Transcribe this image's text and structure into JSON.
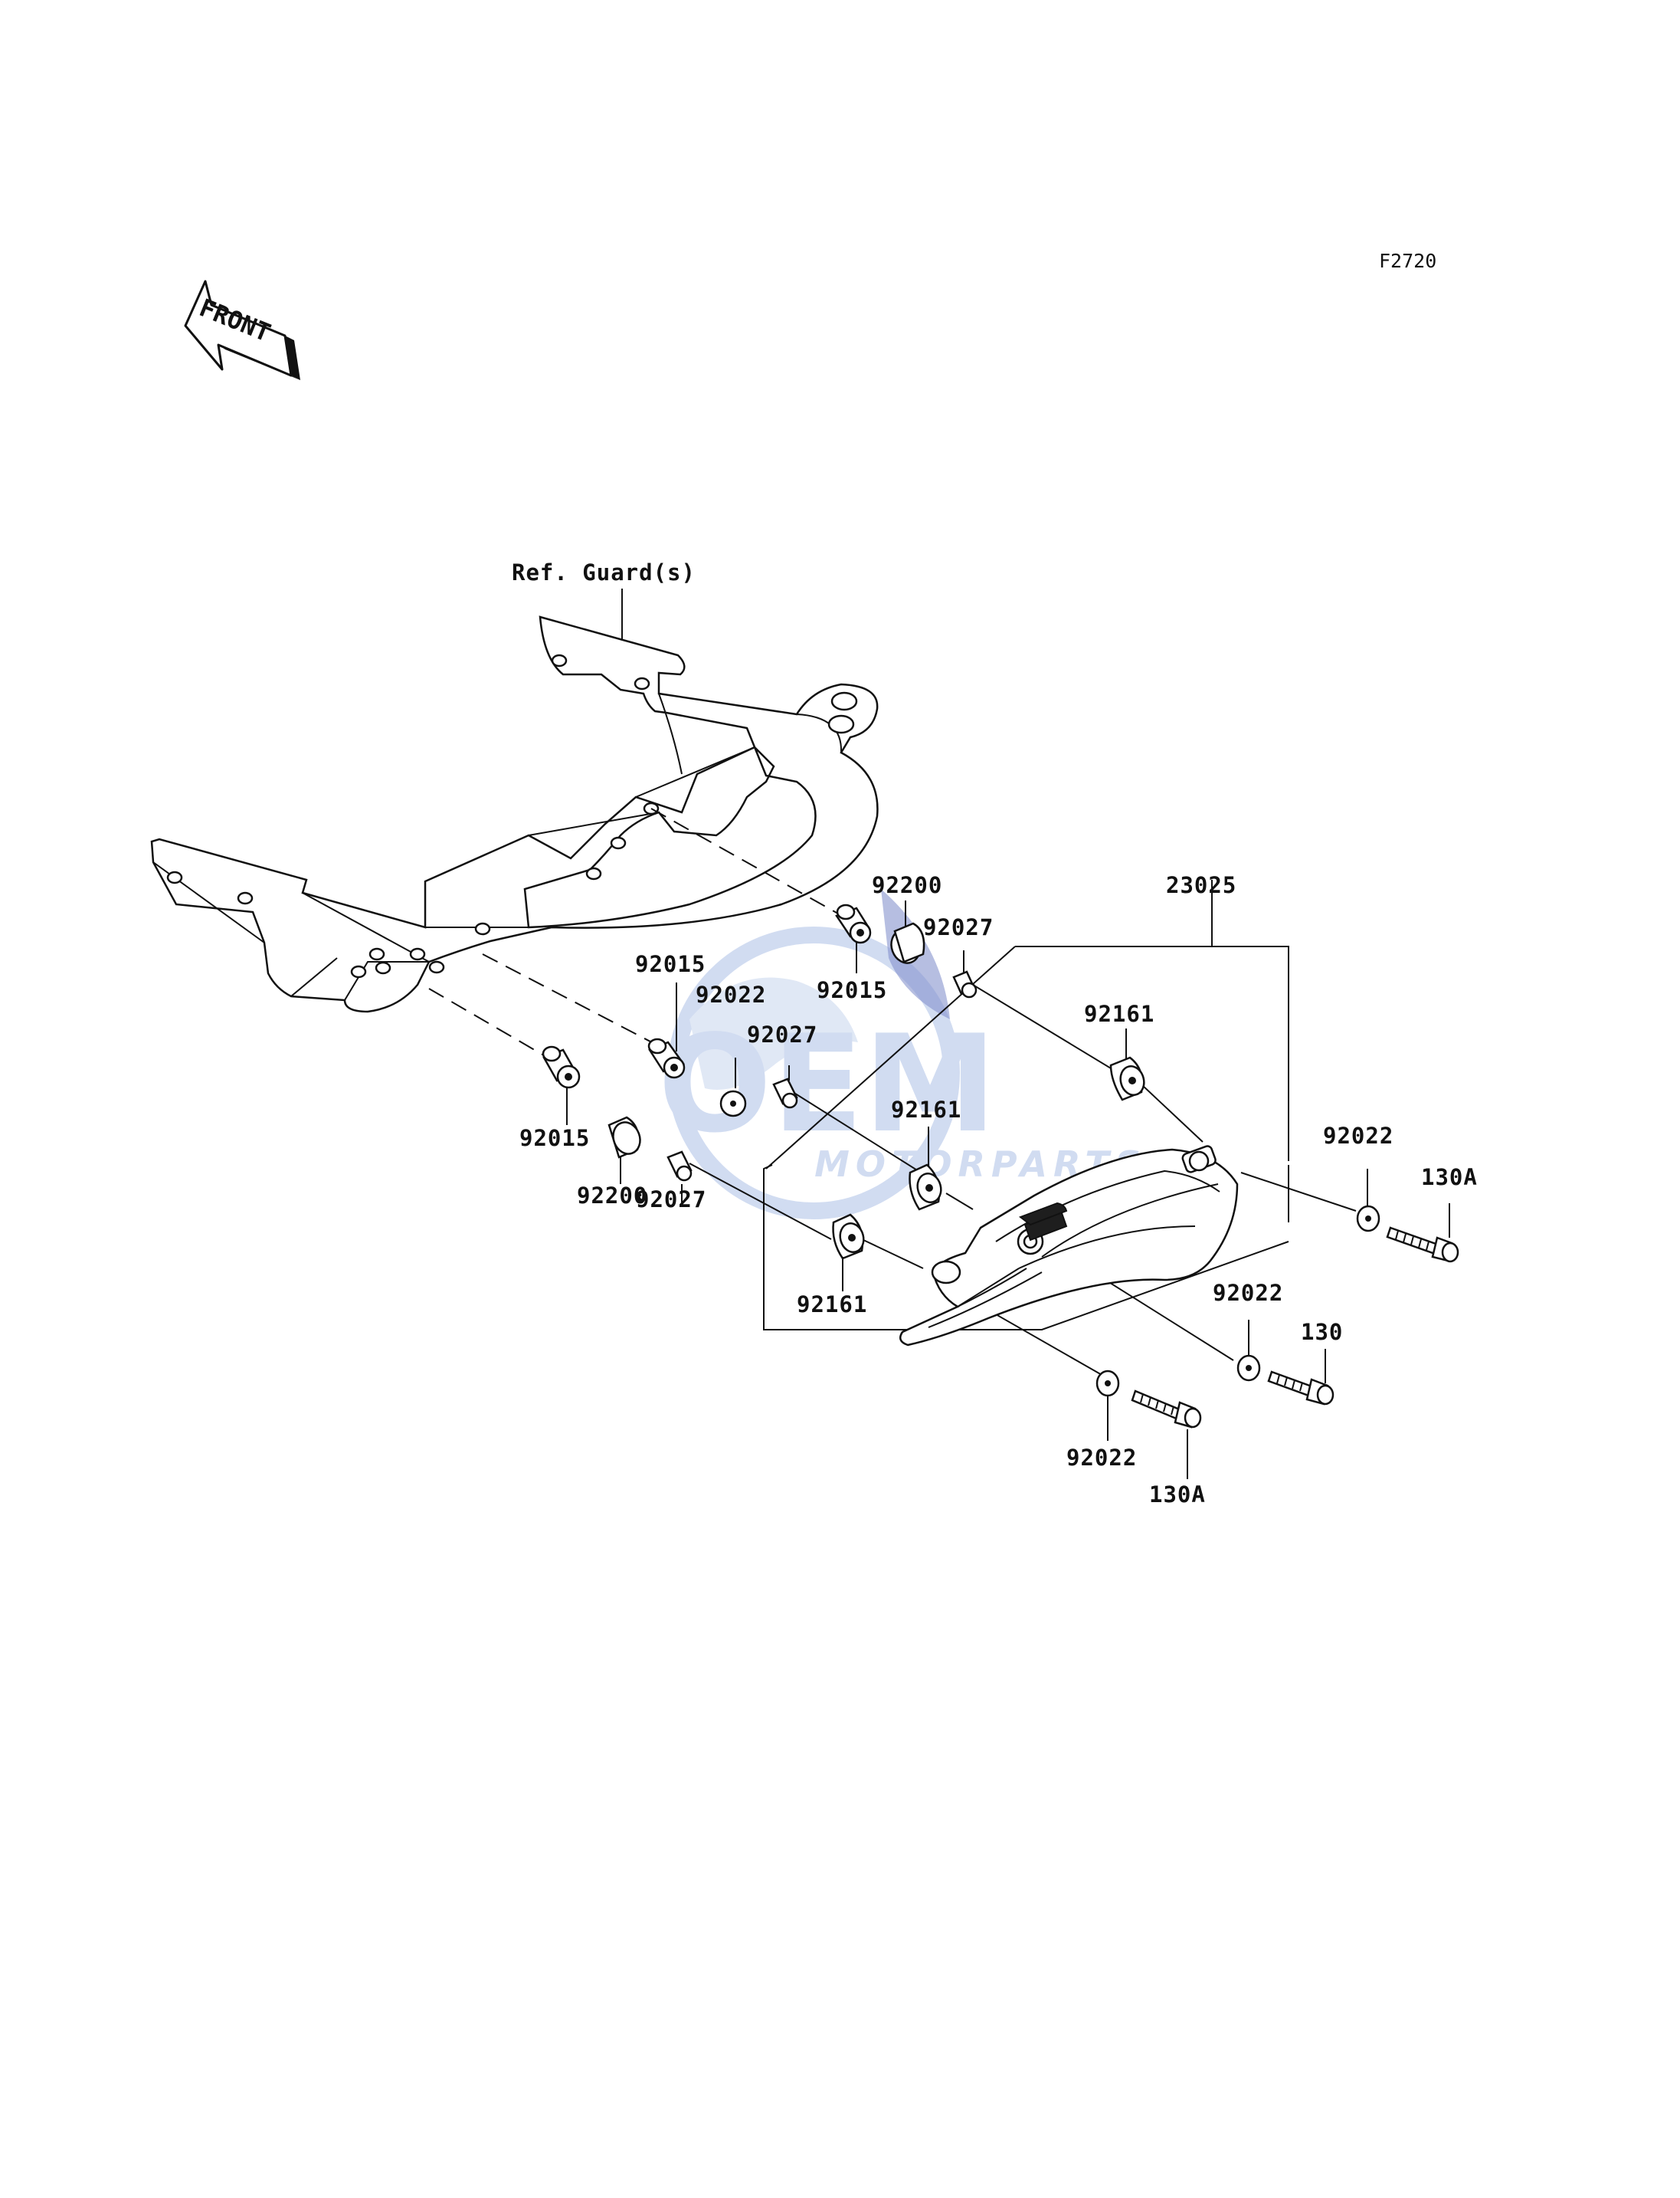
{
  "diagram_code": "F2720",
  "front_arrow_text": "FRONT",
  "ref_label": "Ref. Guard(s)",
  "watermark": {
    "logo": "OEM",
    "sub": "MOTORPARTS",
    "color": "#c9d6ef"
  },
  "parts": {
    "p23025": "23025",
    "p92200_top": "92200",
    "p92027_top": "92027",
    "p92015_top": "92015",
    "p92015_mid": "92015",
    "p92022_mid": "92022",
    "p92027_mid": "92027",
    "p92161_right": "92161",
    "p92161_mid": "92161",
    "p92015_left": "92015",
    "p92200_left": "92200",
    "p92027_left": "92027",
    "p92161_bottom": "92161",
    "p92022_right": "92022",
    "p130A_right": "130A",
    "p92022_lower": "92022",
    "p130": "130",
    "p92022_bottom": "92022",
    "p130A_bottom": "130A"
  }
}
